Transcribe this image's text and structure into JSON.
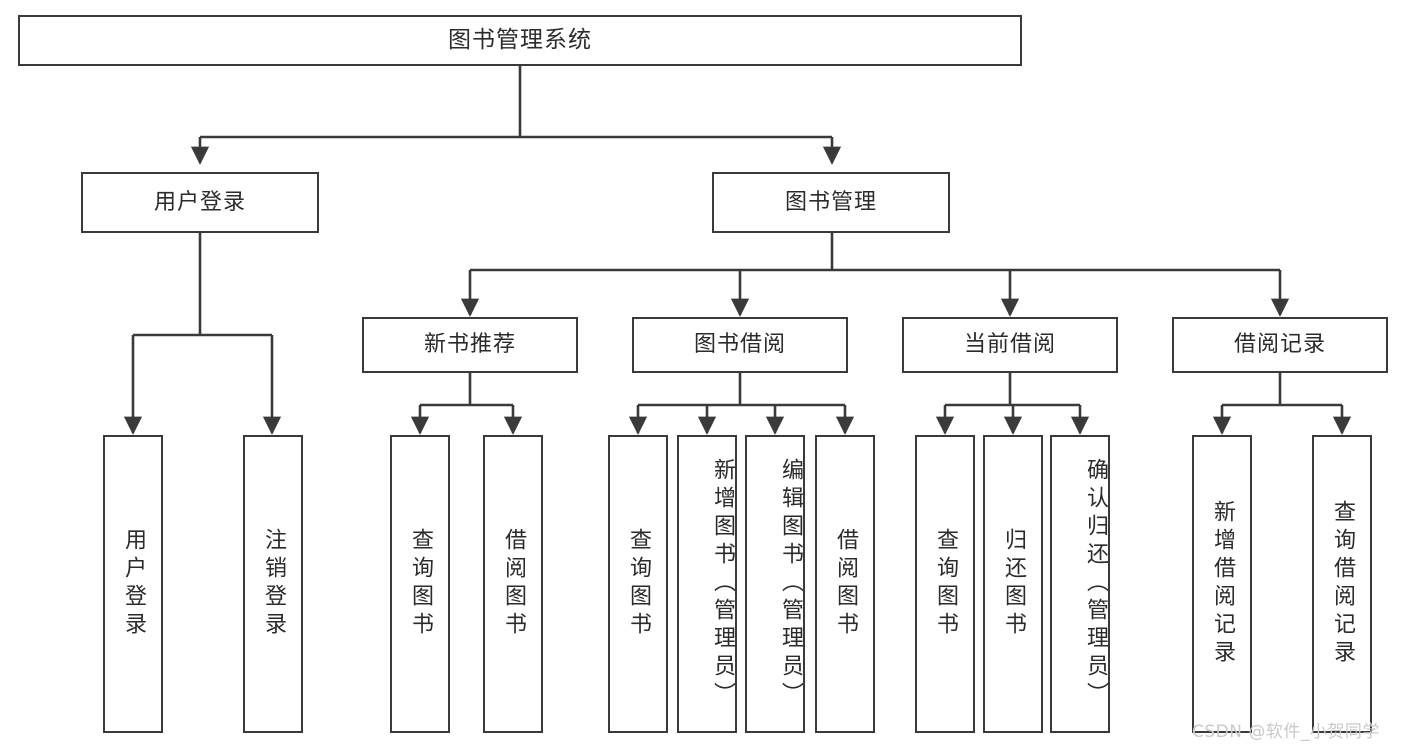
{
  "diagram": {
    "title": "图书管理系统",
    "type": "tree",
    "watermark": "CSDN @软件_小贺同学",
    "colors": {
      "box_border": "#3a3a3a",
      "box_fill": "#ffffff",
      "edge": "#3a3a3a",
      "text": "#2b2b2b",
      "watermark": "#c9c9c9",
      "background": "#ffffff"
    },
    "nodes": {
      "root": {
        "label": "图书管理系统"
      },
      "level2": [
        {
          "id": "user-login",
          "label": "用户登录"
        },
        {
          "id": "book-manage",
          "label": "图书管理"
        }
      ],
      "level3": [
        {
          "id": "new-book-recommend",
          "label": "新书推荐"
        },
        {
          "id": "book-borrow",
          "label": "图书借阅"
        },
        {
          "id": "current-borrow",
          "label": "当前借阅"
        },
        {
          "id": "borrow-record",
          "label": "借阅记录"
        }
      ],
      "leaves": {
        "user_login": [
          {
            "id": "leaf-user-login",
            "label": "用户登录"
          },
          {
            "id": "leaf-logout-login",
            "label": "注销登录"
          }
        ],
        "new_book_recommend": [
          {
            "id": "leaf-query-book-1",
            "label": "查询图书"
          },
          {
            "id": "leaf-borrow-book-1",
            "label": "借阅图书"
          }
        ],
        "book_borrow": [
          {
            "id": "leaf-query-book-2",
            "label": "查询图书"
          },
          {
            "id": "leaf-add-book",
            "label": "新增图书（管理员）"
          },
          {
            "id": "leaf-edit-book",
            "label": "编辑图书（管理员）"
          },
          {
            "id": "leaf-borrow-book-2",
            "label": "借阅图书"
          }
        ],
        "current_borrow": [
          {
            "id": "leaf-query-book-3",
            "label": "查询图书"
          },
          {
            "id": "leaf-return-book",
            "label": "归还图书"
          },
          {
            "id": "leaf-confirm-return",
            "label": "确认归还（管理员）"
          }
        ],
        "borrow_record": [
          {
            "id": "leaf-add-record",
            "label": "新增借阅记录"
          },
          {
            "id": "leaf-query-record",
            "label": "查询借阅记录"
          }
        ]
      }
    }
  }
}
